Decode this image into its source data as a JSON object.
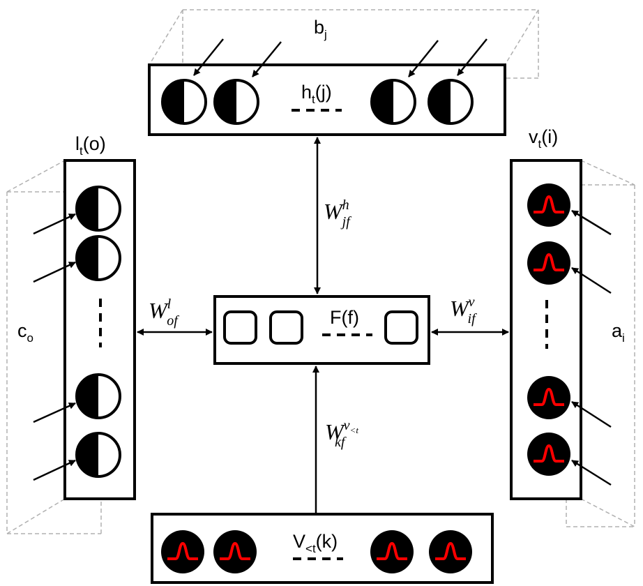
{
  "hidden_layer": {
    "label_main": "h",
    "label_sub": "t",
    "label_suffix": "(j)",
    "bias_main": "b",
    "bias_sub": "j"
  },
  "label_layer": {
    "label_main": "l",
    "label_sub": "t",
    "label_suffix": "(o)",
    "bias_main": "c",
    "bias_sub": "o"
  },
  "visible_layer": {
    "label_main": "v",
    "label_sub": "t",
    "label_suffix": "(i)",
    "bias_main": "a",
    "bias_sub": "i"
  },
  "factor_layer": {
    "label": "F(f)"
  },
  "history_layer": {
    "label_main": "V",
    "label_sub": "<t",
    "label_suffix": "(k)"
  },
  "weights": {
    "hidden": {
      "main": "W",
      "sup": "h",
      "sub": "jf"
    },
    "label": {
      "main": "W",
      "sup": "l",
      "sub": "of"
    },
    "visible": {
      "main": "W",
      "sup": "v",
      "sub": "if"
    },
    "history": {
      "main": "W",
      "sup": "v",
      "sup_sub": "<t",
      "sub": "kf"
    }
  },
  "colors": {
    "visible_unit_fill": "#000000",
    "gaussian_curve": "#ff0000",
    "bias_box": "#b0b0b0"
  },
  "icons": {
    "binary_unit": "half-filled-circle-icon",
    "gaussian_unit": "gaussian-curve-icon",
    "factor_unit": "rounded-square-icon"
  }
}
